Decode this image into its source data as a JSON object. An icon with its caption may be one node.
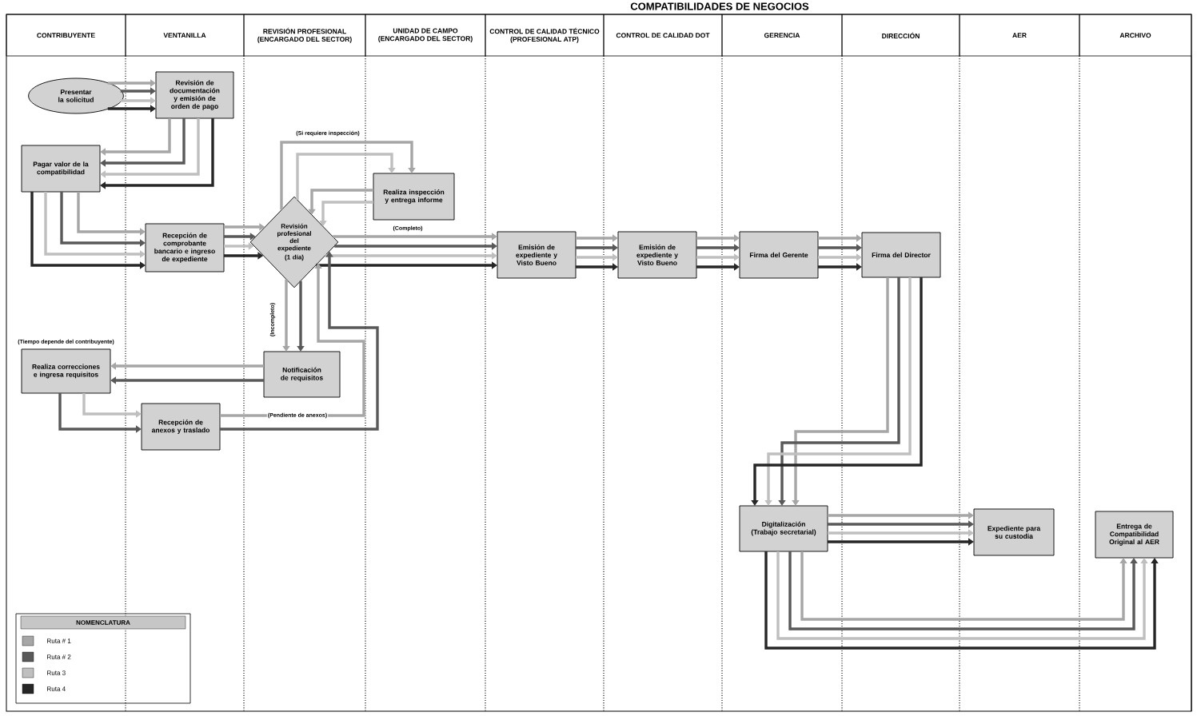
{
  "diagram": {
    "title": "COMPATIBILIDADES DE NEGOCIOS",
    "nodes": [
      {
        "text": [
          "CONTRIBUYENTE"
        ]
      },
      {
        "text": [
          "VENTANILLA"
        ]
      },
      {
        "text": [
          "REVISIÓN PROFESIONAL (ENCARGADO DEL SECTOR)"
        ]
      },
      {
        "text": [
          "UNIDAD DE CAMPO (ENCARGADO DEL SECTOR)"
        ]
      },
      {
        "text": [
          "CONTROL DE CALIDAD TÉCNICO (PROFESIONAL ATP)"
        ]
      },
      {
        "text": [
          "CONTROL DE CALIDAD DOT"
        ]
      },
      {
        "text": [
          "GERENCIA"
        ]
      },
      {
        "text": [
          "DIRECCIÓN"
        ]
      },
      {
        "text": [
          "AER"
        ]
      },
      {
        "text": [
          "ARCHIVO"
        ]
      },
      {
        "text": [
          "Presentar la solicitud"
        ],
        "in": 0
      },
      {
        "text": [
          "Revisión de documentación y emisión de orden de pago"
        ],
        "in": 1
      },
      {
        "text": [
          "Pagar valor de la compatibilidad"
        ],
        "in": 0
      },
      {
        "text": [
          "Recepción de comprobante bancario e ingreso de expediente"
        ],
        "in": 1
      },
      {
        "text": [
          "Revisión profesional del expediente",
          "(1 día)"
        ],
        "in": 2
      },
      {
        "text": [
          "Realiza inspección y entrega informe"
        ],
        "in": 3
      },
      {
        "text": [
          "Notificación de requisitos"
        ],
        "in": 2
      },
      {
        "text": [
          "Realiza correcciones e ingresa requisitos"
        ],
        "in": 0,
        "beside": [
          "(Tiempo depende del contribuyente)"
        ]
      },
      {
        "text": [
          "Recepción de anexos y traslado"
        ],
        "in": 1
      },
      {
        "text": [
          "Emisión de expediente y Visto Bueno"
        ],
        "in": 4
      },
      {
        "text": [
          "Emisión de expediente y Visto Bueno"
        ],
        "in": 5
      },
      {
        "text": [
          "Firma del Gerente"
        ],
        "in": 6
      },
      {
        "text": [
          "Firma del Director"
        ],
        "in": 7
      },
      {
        "text": [
          "Digitalización (Trabajo secretarial)"
        ],
        "in": 6
      },
      {
        "text": [
          "Expediente para su custodia"
        ],
        "in": 8
      },
      {
        "text": [
          "Entrega de Compatibilidad Original al AER"
        ],
        "in": 9
      }
    ],
    "edges": [
      {
        "from": 10,
        "to": 11,
        "arrow": "to",
        "color": "#a6a6a6"
      },
      {
        "from": 10,
        "to": 11,
        "arrow": "to",
        "color": "#595959"
      },
      {
        "from": 10,
        "to": 11,
        "arrow": "to",
        "color": "#bfbfbf"
      },
      {
        "from": 10,
        "to": 11,
        "arrow": "to",
        "color": "#262626"
      },
      {
        "from": 11,
        "to": 12,
        "arrow": "to",
        "color": "#a6a6a6"
      },
      {
        "from": 11,
        "to": 12,
        "arrow": "to",
        "color": "#595959"
      },
      {
        "from": 11,
        "to": 12,
        "arrow": "to",
        "color": "#bfbfbf"
      },
      {
        "from": 11,
        "to": 12,
        "arrow": "to",
        "color": "#262626"
      },
      {
        "from": 12,
        "to": 13,
        "arrow": "to",
        "color": "#a6a6a6"
      },
      {
        "from": 12,
        "to": 13,
        "arrow": "to",
        "color": "#595959"
      },
      {
        "from": 12,
        "to": 13,
        "arrow": "to",
        "color": "#bfbfbf"
      },
      {
        "from": 12,
        "to": 13,
        "arrow": "to",
        "color": "#262626"
      },
      {
        "from": 13,
        "to": 14,
        "arrow": "to",
        "color": "#a6a6a6"
      },
      {
        "from": 13,
        "to": 14,
        "arrow": "to",
        "color": "#595959"
      },
      {
        "from": 13,
        "to": 14,
        "arrow": "to",
        "color": "#bfbfbf"
      },
      {
        "from": 13,
        "to": 14,
        "arrow": "to",
        "color": "#262626"
      },
      {
        "from": 14,
        "to": 15,
        "arrow": "to",
        "color": "#a6a6a6",
        "label": "(Si requiere inspección)"
      },
      {
        "from": 14,
        "to": 15,
        "arrow": "to",
        "color": "#bfbfbf"
      },
      {
        "from": 15,
        "to": 14,
        "arrow": "to",
        "color": "#a6a6a6"
      },
      {
        "from": 15,
        "to": 14,
        "arrow": "to",
        "color": "#bfbfbf"
      },
      {
        "from": 14,
        "to": 19,
        "arrow": "to",
        "color": "#a6a6a6",
        "label": "(Completo)"
      },
      {
        "from": 14,
        "to": 19,
        "arrow": "to",
        "color": "#595959"
      },
      {
        "from": 14,
        "to": 19,
        "arrow": "to",
        "color": "#bfbfbf"
      },
      {
        "from": 14,
        "to": 19,
        "arrow": "to",
        "color": "#262626"
      },
      {
        "from": 14,
        "to": 16,
        "arrow": "to",
        "color": "#a6a6a6",
        "label": "(Incompleto)"
      },
      {
        "from": 14,
        "to": 16,
        "arrow": "to",
        "color": "#595959"
      },
      {
        "from": 16,
        "to": 17,
        "arrow": "to",
        "color": "#a6a6a6"
      },
      {
        "from": 16,
        "to": 17,
        "arrow": "to",
        "color": "#595959"
      },
      {
        "from": 17,
        "to": 18,
        "arrow": "to",
        "color": "#bfbfbf"
      },
      {
        "from": 17,
        "to": 18,
        "arrow": "to",
        "color": "#595959"
      },
      {
        "from": 18,
        "to": 14,
        "arrow": "to",
        "color": "#a6a6a6",
        "label": "(Pendiente de anexos)"
      },
      {
        "from": 18,
        "to": 14,
        "arrow": "to",
        "color": "#595959"
      },
      {
        "from": 19,
        "to": 20,
        "arrow": "to",
        "color": "#a6a6a6"
      },
      {
        "from": 19,
        "to": 20,
        "arrow": "to",
        "color": "#595959"
      },
      {
        "from": 19,
        "to": 20,
        "arrow": "to",
        "color": "#bfbfbf"
      },
      {
        "from": 19,
        "to": 20,
        "arrow": "to",
        "color": "#262626"
      },
      {
        "from": 20,
        "to": 21,
        "arrow": "to",
        "color": "#a6a6a6"
      },
      {
        "from": 20,
        "to": 21,
        "arrow": "to",
        "color": "#595959"
      },
      {
        "from": 20,
        "to": 21,
        "arrow": "to",
        "color": "#bfbfbf"
      },
      {
        "from": 20,
        "to": 21,
        "arrow": "to",
        "color": "#262626"
      },
      {
        "from": 21,
        "to": 22,
        "arrow": "to",
        "color": "#a6a6a6"
      },
      {
        "from": 21,
        "to": 22,
        "arrow": "to",
        "color": "#595959"
      },
      {
        "from": 21,
        "to": 22,
        "arrow": "to",
        "color": "#bfbfbf"
      },
      {
        "from": 21,
        "to": 22,
        "arrow": "to",
        "color": "#262626"
      },
      {
        "from": 22,
        "to": 23,
        "arrow": "to",
        "color": "#a6a6a6"
      },
      {
        "from": 22,
        "to": 23,
        "arrow": "to",
        "color": "#595959"
      },
      {
        "from": 22,
        "to": 23,
        "arrow": "to",
        "color": "#bfbfbf"
      },
      {
        "from": 22,
        "to": 23,
        "arrow": "to",
        "color": "#262626"
      },
      {
        "from": 23,
        "to": 24,
        "arrow": "to",
        "color": "#a6a6a6"
      },
      {
        "from": 23,
        "to": 24,
        "arrow": "to",
        "color": "#595959"
      },
      {
        "from": 23,
        "to": 24,
        "arrow": "to",
        "color": "#bfbfbf"
      },
      {
        "from": 23,
        "to": 24,
        "arrow": "to",
        "color": "#262626"
      },
      {
        "from": 23,
        "to": 25,
        "arrow": "to",
        "color": "#a6a6a6"
      },
      {
        "from": 23,
        "to": 25,
        "arrow": "to",
        "color": "#595959"
      },
      {
        "from": 23,
        "to": 25,
        "arrow": "to",
        "color": "#bfbfbf"
      },
      {
        "from": 23,
        "to": 25,
        "arrow": "to",
        "color": "#262626"
      }
    ],
    "legend": [
      {
        "text": "NOMENCLATURA"
      },
      {
        "text": "Ruta # 1",
        "color": "#a6a6a6"
      },
      {
        "text": "Ruta # 2",
        "color": "#595959"
      },
      {
        "text": "Ruta 3",
        "color": "#bfbfbf"
      },
      {
        "text": "Ruta 4",
        "color": "#262626"
      }
    ]
  }
}
